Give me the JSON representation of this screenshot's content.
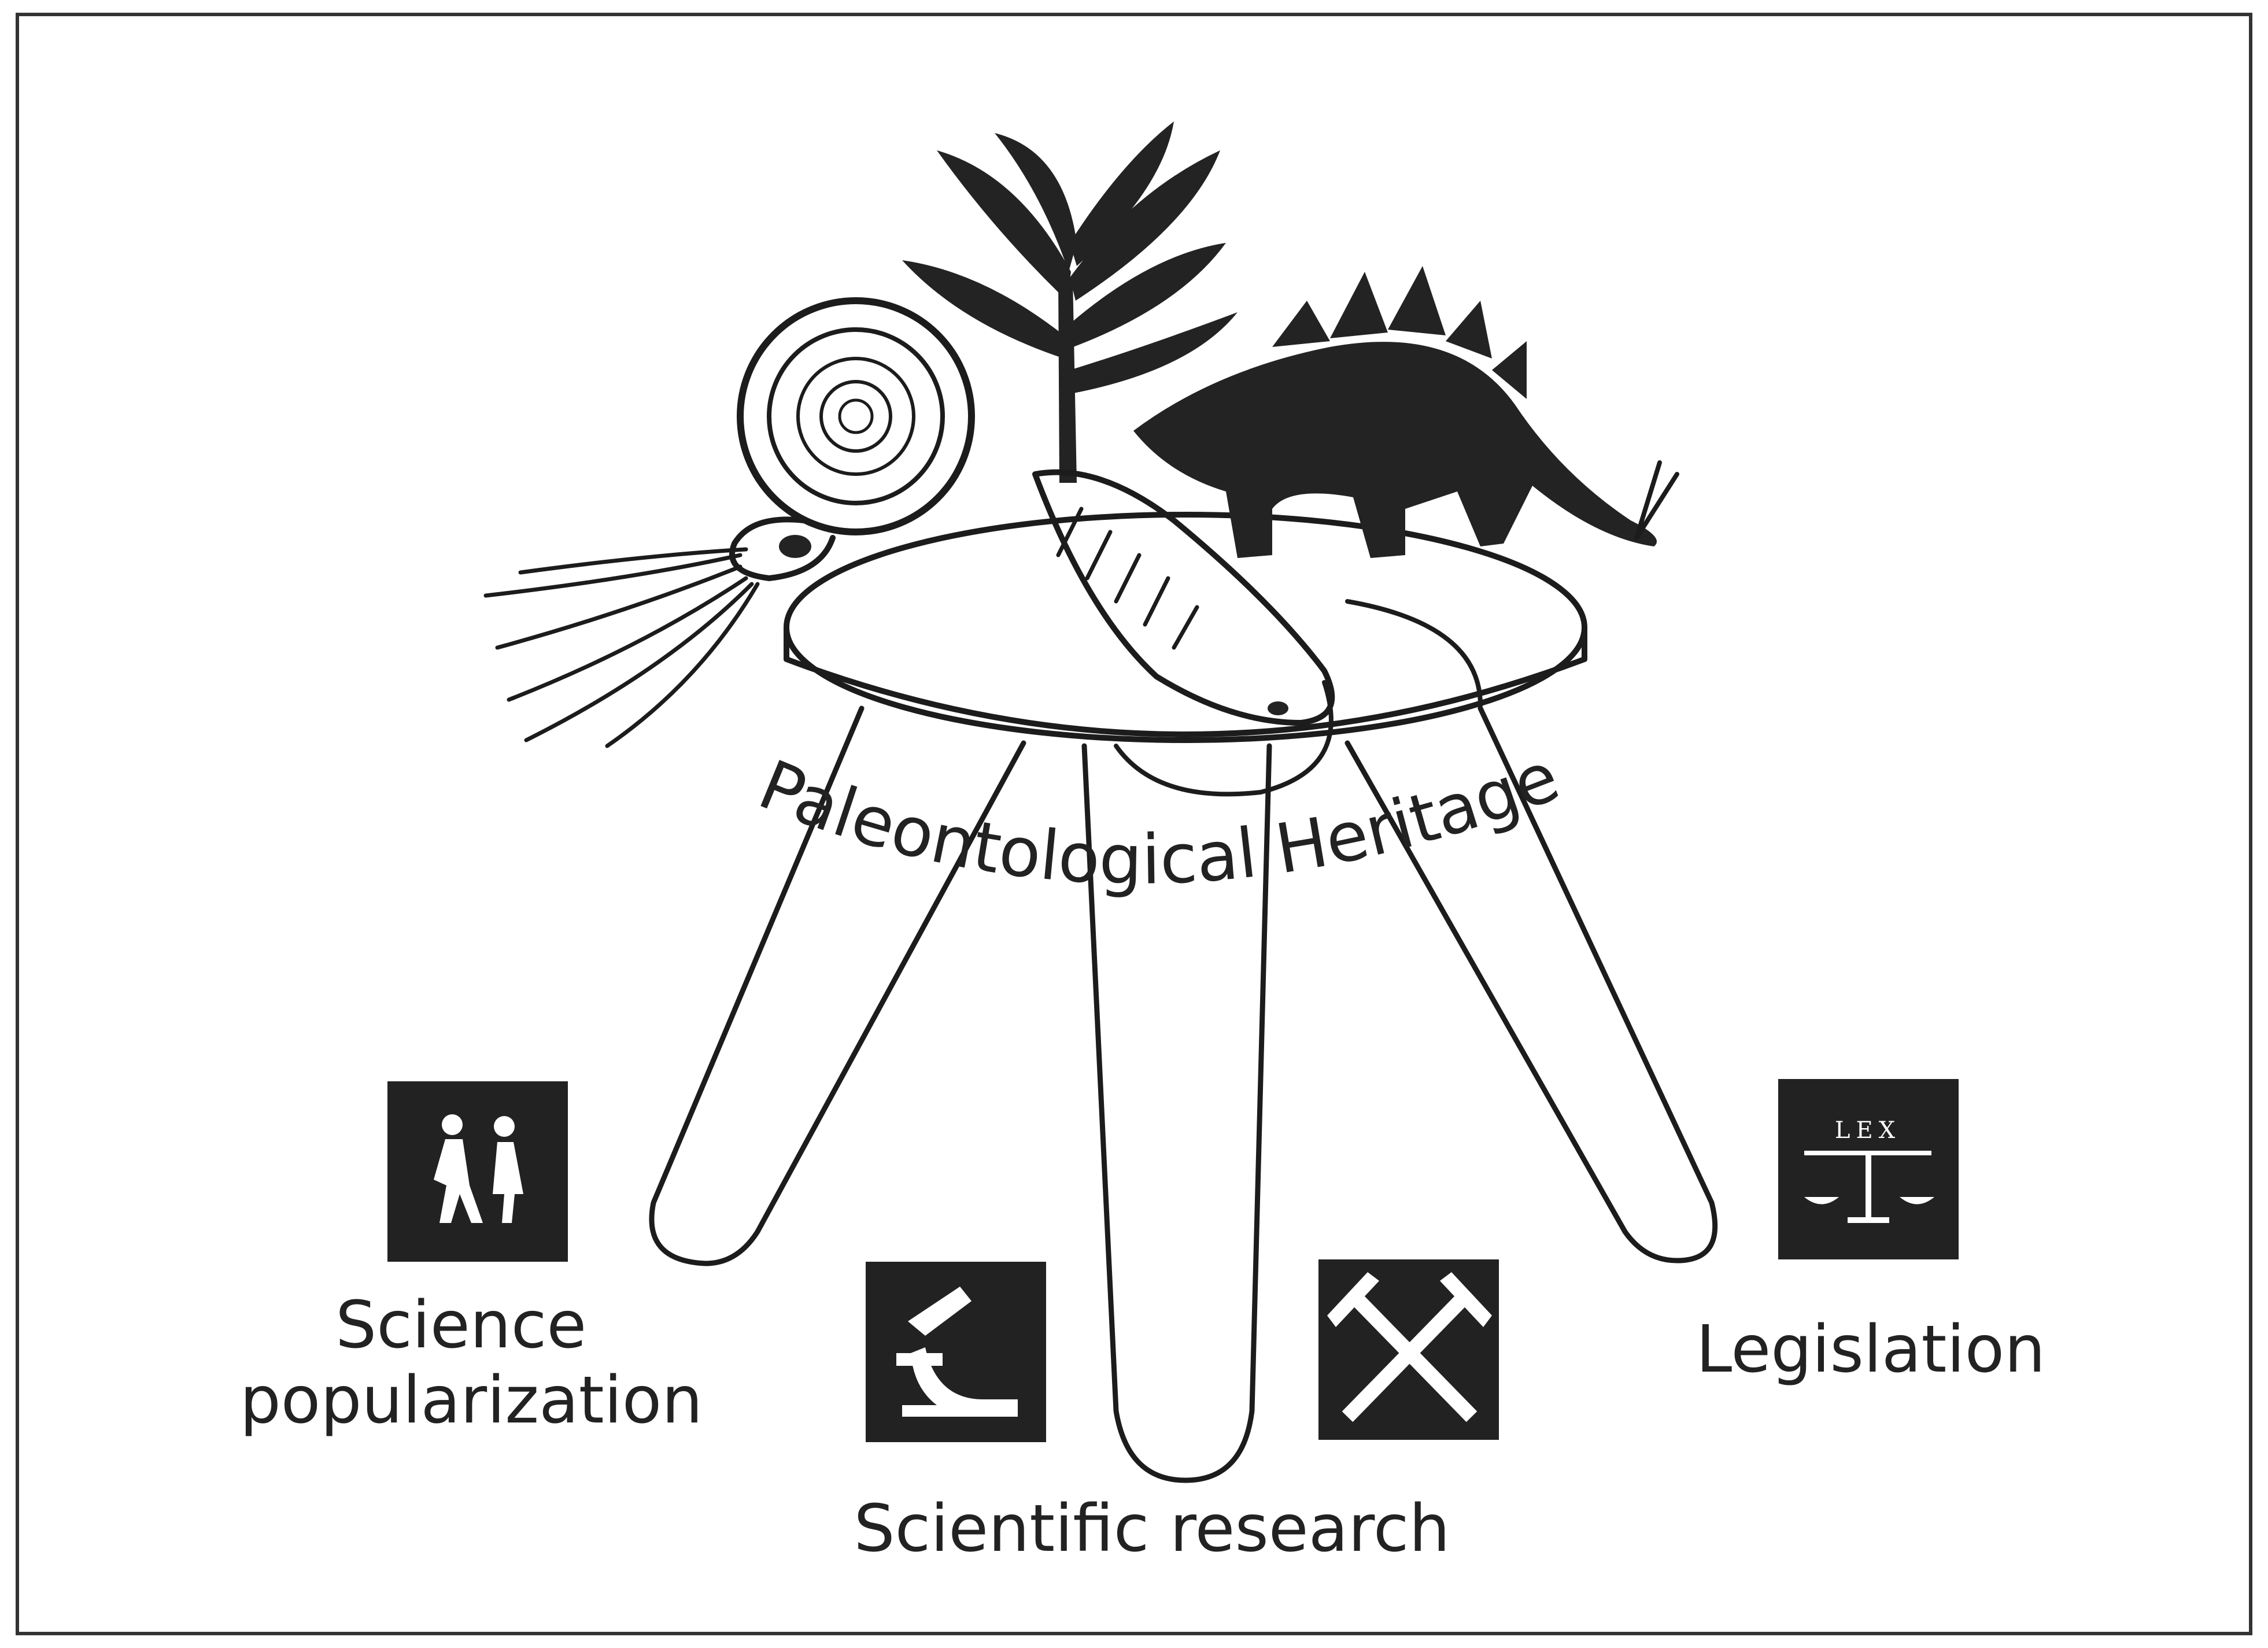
{
  "title": "Paleontological Heritage",
  "legs": {
    "left": "Science popularization",
    "center": "Scientific research",
    "right": "Legislation"
  },
  "label_lines": {
    "left": [
      "Science",
      "popularization"
    ],
    "center": [
      "Scientific research"
    ],
    "right": [
      "Legislation"
    ]
  },
  "icon_text": {
    "lex": "LEX"
  },
  "colors": {
    "ink": "#232323",
    "background": "#ffffff",
    "frame": "#333333"
  },
  "icons": [
    "hikers-icon",
    "microscope-icon",
    "crossed-hammers-icon",
    "scales-of-justice-icon"
  ],
  "illustration": [
    "ammonite",
    "trilobite",
    "stegosaurus",
    "fossil-plant",
    "three-legged-stool"
  ]
}
